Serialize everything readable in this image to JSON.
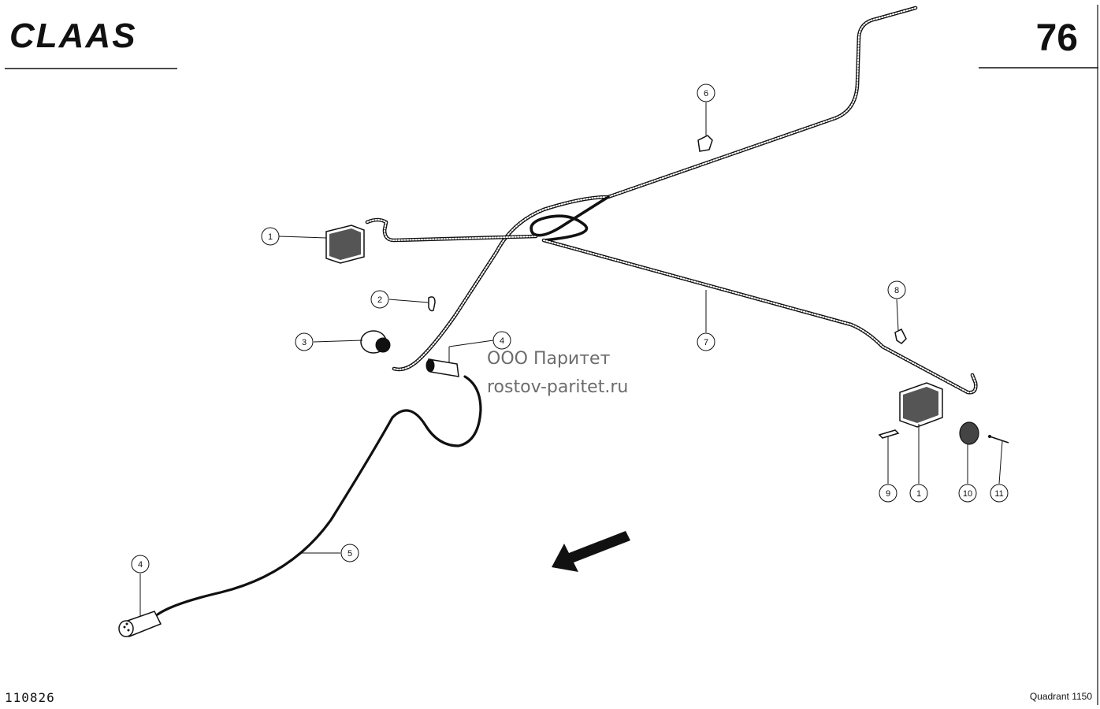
{
  "header": {
    "brand": "CLAAS",
    "page_number": "76"
  },
  "footer": {
    "drawing_number": "110826",
    "model": "Quadrant 1150"
  },
  "watermark": {
    "line1": "ООО Паритет",
    "line2": "rostov-paritet.ru"
  },
  "callouts": [
    {
      "id": "callout-1-left",
      "label": "1"
    },
    {
      "id": "callout-2",
      "label": "2"
    },
    {
      "id": "callout-3",
      "label": "3"
    },
    {
      "id": "callout-4-upper",
      "label": "4"
    },
    {
      "id": "callout-4-lower",
      "label": "4"
    },
    {
      "id": "callout-5",
      "label": "5"
    },
    {
      "id": "callout-6",
      "label": "6"
    },
    {
      "id": "callout-7",
      "label": "7"
    },
    {
      "id": "callout-8",
      "label": "8"
    },
    {
      "id": "callout-9",
      "label": "9"
    },
    {
      "id": "callout-1-right",
      "label": "1"
    },
    {
      "id": "callout-10",
      "label": "10"
    },
    {
      "id": "callout-11",
      "label": "11"
    }
  ]
}
